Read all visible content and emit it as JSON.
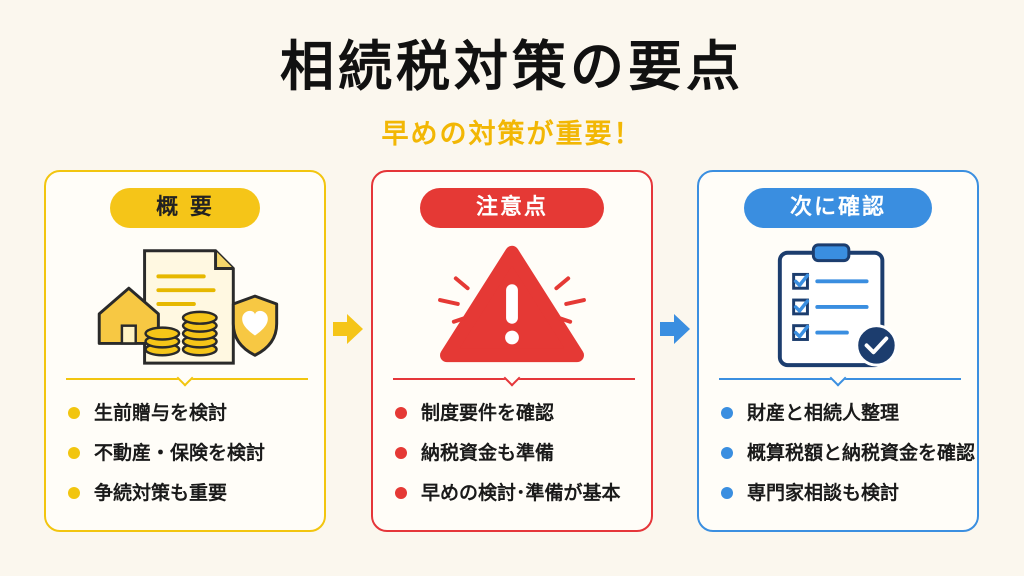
{
  "title": "相続税対策の要点",
  "subtitle": "早めの対策が重要！",
  "colors": {
    "yellow": "#f5c518",
    "red": "#e53935",
    "blue": "#3a8ee0",
    "background": "#fbf7ee"
  },
  "cards": [
    {
      "heading": "概 要",
      "icon": "house-document-coins-shield-icon",
      "items": [
        "生前贈与を検討",
        "不動産・保険を検討",
        "争続対策も重要"
      ]
    },
    {
      "heading": "注意点",
      "icon": "warning-triangle-icon",
      "items": [
        "制度要件を確認",
        "納税資金も準備",
        "早めの検討･準備が基本"
      ]
    },
    {
      "heading": "次に確認",
      "icon": "checklist-clipboard-icon",
      "items": [
        "財産と相続人整理",
        "概算税額と納税資金を確認",
        "専門家相談も検討"
      ]
    }
  ]
}
